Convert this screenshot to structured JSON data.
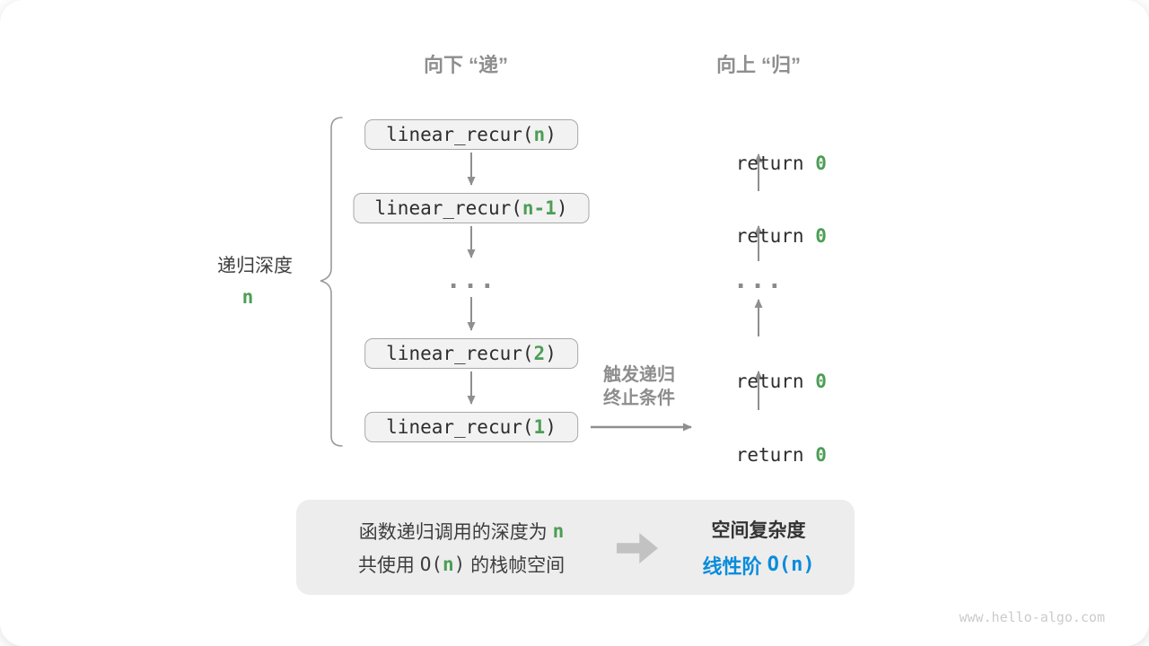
{
  "headers": {
    "down": "向下 “递”",
    "up": "向上 “归”"
  },
  "depth": {
    "label": "递归深度",
    "value": "n"
  },
  "calls": [
    {
      "prefix": "linear_recur(",
      "arg": "n",
      "suffix": ")"
    },
    {
      "prefix": "linear_recur(",
      "arg": "n-1",
      "suffix": ")"
    },
    {
      "prefix": "linear_recur(",
      "arg": "2",
      "suffix": ")"
    },
    {
      "prefix": "linear_recur(",
      "arg": "1",
      "suffix": ")"
    }
  ],
  "ellipsis": "...",
  "returns": [
    {
      "keyword": "return ",
      "value": "0"
    },
    {
      "keyword": "return ",
      "value": "0"
    },
    {
      "keyword": "return ",
      "value": "0"
    },
    {
      "keyword": "return ",
      "value": "0"
    }
  ],
  "base_case": {
    "line1": "触发递归",
    "line2": "终止条件"
  },
  "summary": {
    "depth_line": {
      "text": "函数递归调用的深度为 ",
      "n": "n"
    },
    "space_line": {
      "pre": "共使用 ",
      "o_open": "O(",
      "n": "n",
      "o_close": ")",
      "post": " 的栈帧空间"
    },
    "title": "空间复杂度",
    "result": {
      "label": "线性阶 ",
      "o_open": "O(",
      "n": "n",
      "o_close": ")"
    }
  },
  "watermark": "www.hello-algo.com",
  "colors": {
    "green": "#4c9e55",
    "blue": "#0a8cdb",
    "arrow_gray": "#8f8f8f",
    "box_fill": "#f2f2f2",
    "box_border": "#a8a8a8",
    "summary_fill": "#ededed"
  }
}
